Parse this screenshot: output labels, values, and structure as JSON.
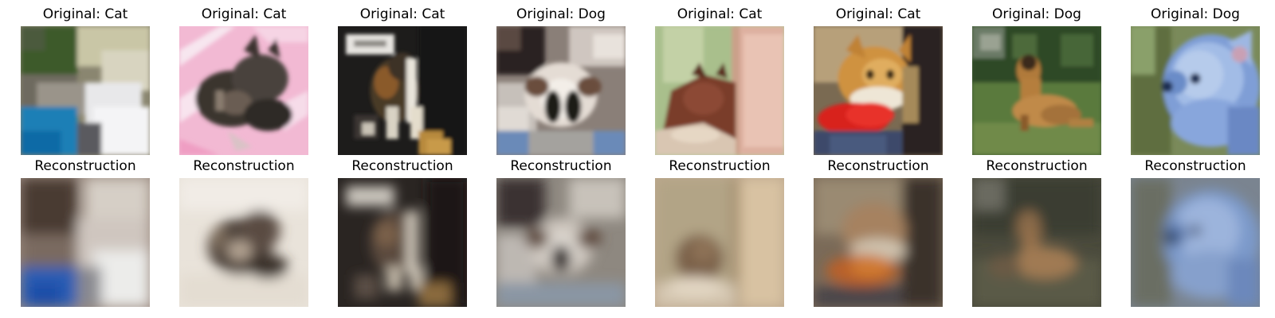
{
  "grid": {
    "original_titles": [
      "Original: Cat",
      "Original: Cat",
      "Original: Cat",
      "Original: Dog",
      "Original: Cat",
      "Original: Cat",
      "Original: Dog",
      "Original: Dog"
    ],
    "reconstruction_titles": [
      "Reconstruction",
      "Reconstruction",
      "Reconstruction",
      "Reconstruction",
      "Reconstruction",
      "Reconstruction",
      "Reconstruction",
      "Reconstruction"
    ]
  }
}
